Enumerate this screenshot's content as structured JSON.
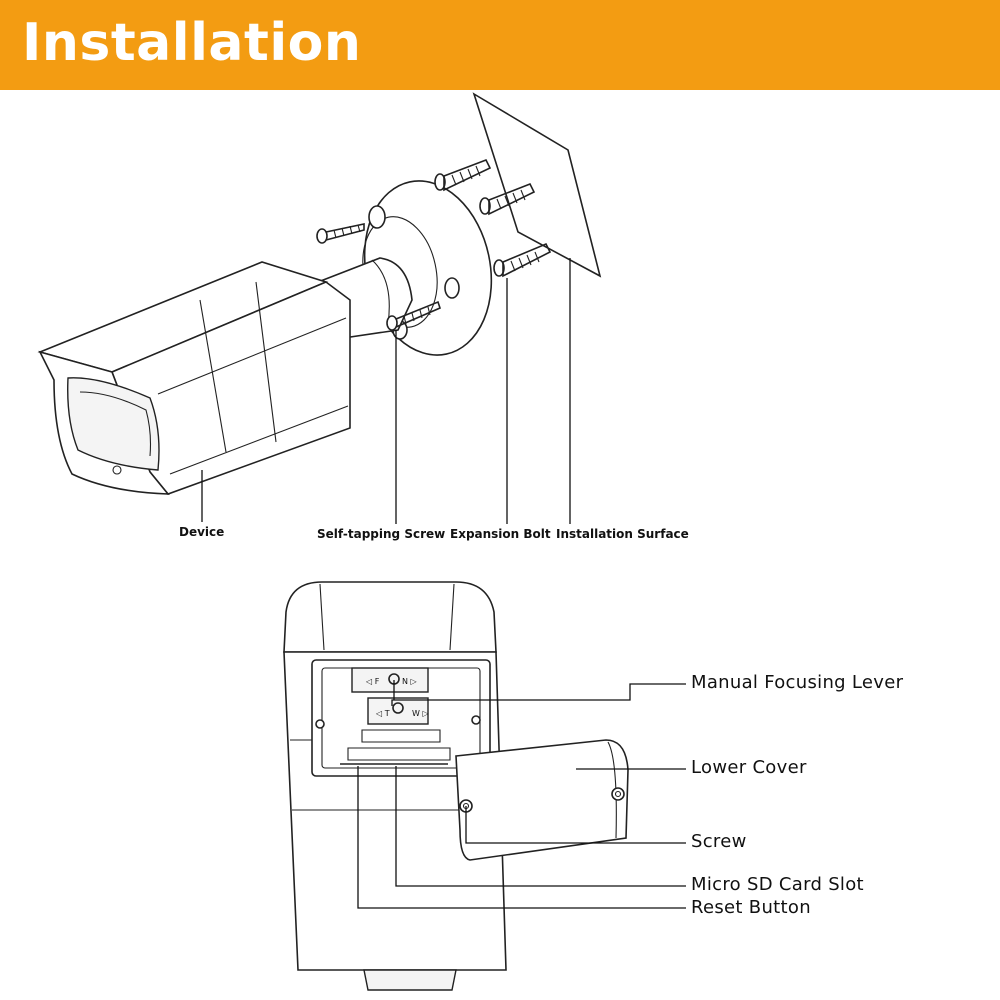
{
  "header": {
    "title": "Installation",
    "color": "#f39c12"
  },
  "install_diagram": {
    "labels": {
      "device": "Device",
      "self_tapping_screw": "Self-tapping Screw",
      "expansion_bolt": "Expansion Bolt",
      "installation_surface": "Installation Surface"
    }
  },
  "bottom_view": {
    "labels": {
      "manual_focusing_lever": "Manual Focusing Lever",
      "lower_cover": "Lower Cover",
      "screw": "Screw",
      "micro_sd_card_slot": "Micro SD Card Slot",
      "reset_button": "Reset Button"
    }
  }
}
